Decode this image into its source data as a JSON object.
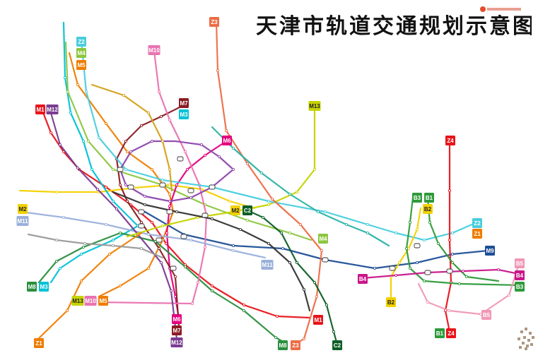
{
  "title": "天津市轨道交通规划示意图",
  "colors": {
    "M1": "#e8141b",
    "M2": "#f2d100",
    "M3": "#00c2d7",
    "M4": "#8cc63f",
    "M5": "#ef7d00",
    "M6": "#e4007f",
    "M7": "#8b1c24",
    "M8": "#2a8f3e",
    "M9": "#1d4e96",
    "M10": "#e973b0",
    "M11": "#9ab0db",
    "M12": "#7a3c91",
    "M13": "#c6d300",
    "Z1": "#ef7d00",
    "Z2": "#48cdde",
    "Z3": "#ed6d46",
    "Z4": "#e8141b",
    "B1": "#2e9a3a",
    "B2": "#f2d100",
    "B3": "#2e9a3a",
    "B4": "#c9168a",
    "B5": "#f098b4",
    "C2": "#0d5e25",
    "extra_purple": "#8e44ad",
    "extra_gold": "#d4a017",
    "extra_black": "#333333",
    "extra_teal": "#2bb3a6",
    "extra_gray": "#9a9a9a"
  },
  "lines": [
    {
      "id": "M1",
      "color": "M1"
    },
    {
      "id": "M2",
      "color": "M2"
    },
    {
      "id": "M3",
      "color": "M3"
    },
    {
      "id": "M4",
      "color": "M4"
    },
    {
      "id": "M5",
      "color": "M5"
    },
    {
      "id": "M6",
      "color": "M6"
    },
    {
      "id": "M7",
      "color": "M7"
    },
    {
      "id": "M8",
      "color": "M8"
    },
    {
      "id": "M9",
      "color": "M9"
    },
    {
      "id": "M10",
      "color": "M10"
    },
    {
      "id": "M11",
      "color": "M11"
    },
    {
      "id": "M12",
      "color": "M12"
    },
    {
      "id": "M13",
      "color": "M13"
    },
    {
      "id": "Z1",
      "color": "Z1"
    },
    {
      "id": "Z2",
      "color": "Z2"
    },
    {
      "id": "Z3",
      "color": "Z3"
    },
    {
      "id": "Z4",
      "color": "Z4"
    },
    {
      "id": "B1",
      "color": "B1"
    },
    {
      "id": "B2",
      "color": "B2"
    },
    {
      "id": "B3",
      "color": "B3"
    },
    {
      "id": "B4",
      "color": "B4"
    },
    {
      "id": "B5",
      "color": "B5"
    },
    {
      "id": "C2",
      "color": "C2"
    },
    {
      "id": "X1",
      "color": "extra_purple"
    },
    {
      "id": "X2",
      "color": "extra_gold"
    },
    {
      "id": "X3",
      "color": "extra_black"
    },
    {
      "id": "X4",
      "color": "extra_teal"
    },
    {
      "id": "X5",
      "color": "extra_gray"
    }
  ],
  "badges": [
    {
      "label": "Z3",
      "color": "Z3"
    },
    {
      "label": "Z2",
      "color": "Z2"
    },
    {
      "label": "M4",
      "color": "M4"
    },
    {
      "label": "M5",
      "color": "M5"
    },
    {
      "label": "M10",
      "color": "M10"
    },
    {
      "label": "M1",
      "color": "M1"
    },
    {
      "label": "M12",
      "color": "M12"
    },
    {
      "label": "M7",
      "color": "M7"
    },
    {
      "label": "M3",
      "color": "M3"
    },
    {
      "label": "M13",
      "color": "M13"
    },
    {
      "label": "M6",
      "color": "M6"
    },
    {
      "label": "Z4",
      "color": "Z4"
    },
    {
      "label": "B3",
      "color": "B3"
    },
    {
      "label": "B1",
      "color": "B1"
    },
    {
      "label": "B2",
      "color": "B2"
    },
    {
      "label": "M2",
      "color": "M2"
    },
    {
      "label": "C2",
      "color": "C2"
    },
    {
      "label": "M2",
      "color": "M2"
    },
    {
      "label": "M11",
      "color": "M11"
    },
    {
      "label": "Z2",
      "color": "Z2"
    },
    {
      "label": "Z1",
      "color": "Z1"
    },
    {
      "label": "M4",
      "color": "M4"
    },
    {
      "label": "M9",
      "color": "M9"
    },
    {
      "label": "M11",
      "color": "M11"
    },
    {
      "label": "B5",
      "color": "B5"
    },
    {
      "label": "B4",
      "color": "B4"
    },
    {
      "label": "B3",
      "color": "B3"
    },
    {
      "label": "B4",
      "color": "B4"
    },
    {
      "label": "M8",
      "color": "M8"
    },
    {
      "label": "M3",
      "color": "M3"
    },
    {
      "label": "M13",
      "color": "M13"
    },
    {
      "label": "M10",
      "color": "M10"
    },
    {
      "label": "M5",
      "color": "M5"
    },
    {
      "label": "B2",
      "color": "B2"
    },
    {
      "label": "M6",
      "color": "M6"
    },
    {
      "label": "B5",
      "color": "B5"
    },
    {
      "label": "M7",
      "color": "M7"
    },
    {
      "label": "M1",
      "color": "M1"
    },
    {
      "label": "M12",
      "color": "M12"
    },
    {
      "label": "B1",
      "color": "B1"
    },
    {
      "label": "Z4",
      "color": "Z4"
    },
    {
      "label": "Z1",
      "color": "Z1"
    },
    {
      "label": "M8",
      "color": "M8"
    },
    {
      "label": "Z3",
      "color": "Z3"
    },
    {
      "label": "C2",
      "color": "C2"
    }
  ]
}
